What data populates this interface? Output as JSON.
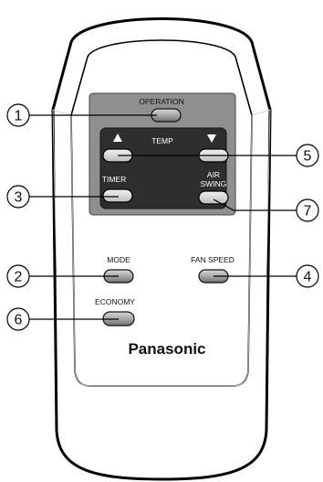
{
  "remote": {
    "brand": "Panasonic",
    "buttons": {
      "operation": "OPERATION",
      "temp": "TEMP",
      "timer": "TIMER",
      "air_swing_line1": "AIR",
      "air_swing_line2": "SWING",
      "mode": "MODE",
      "fan_speed": "FAN SPEED",
      "economy": "ECONOMY"
    }
  },
  "callouts": [
    {
      "number": "1",
      "target": "OPERATION"
    },
    {
      "number": "2",
      "target": "MODE"
    },
    {
      "number": "3",
      "target": "TIMER"
    },
    {
      "number": "4",
      "target": "FAN SPEED"
    },
    {
      "number": "5",
      "target": "TEMP"
    },
    {
      "number": "6",
      "target": "ECONOMY"
    },
    {
      "number": "7",
      "target": "AIR SWING"
    }
  ]
}
